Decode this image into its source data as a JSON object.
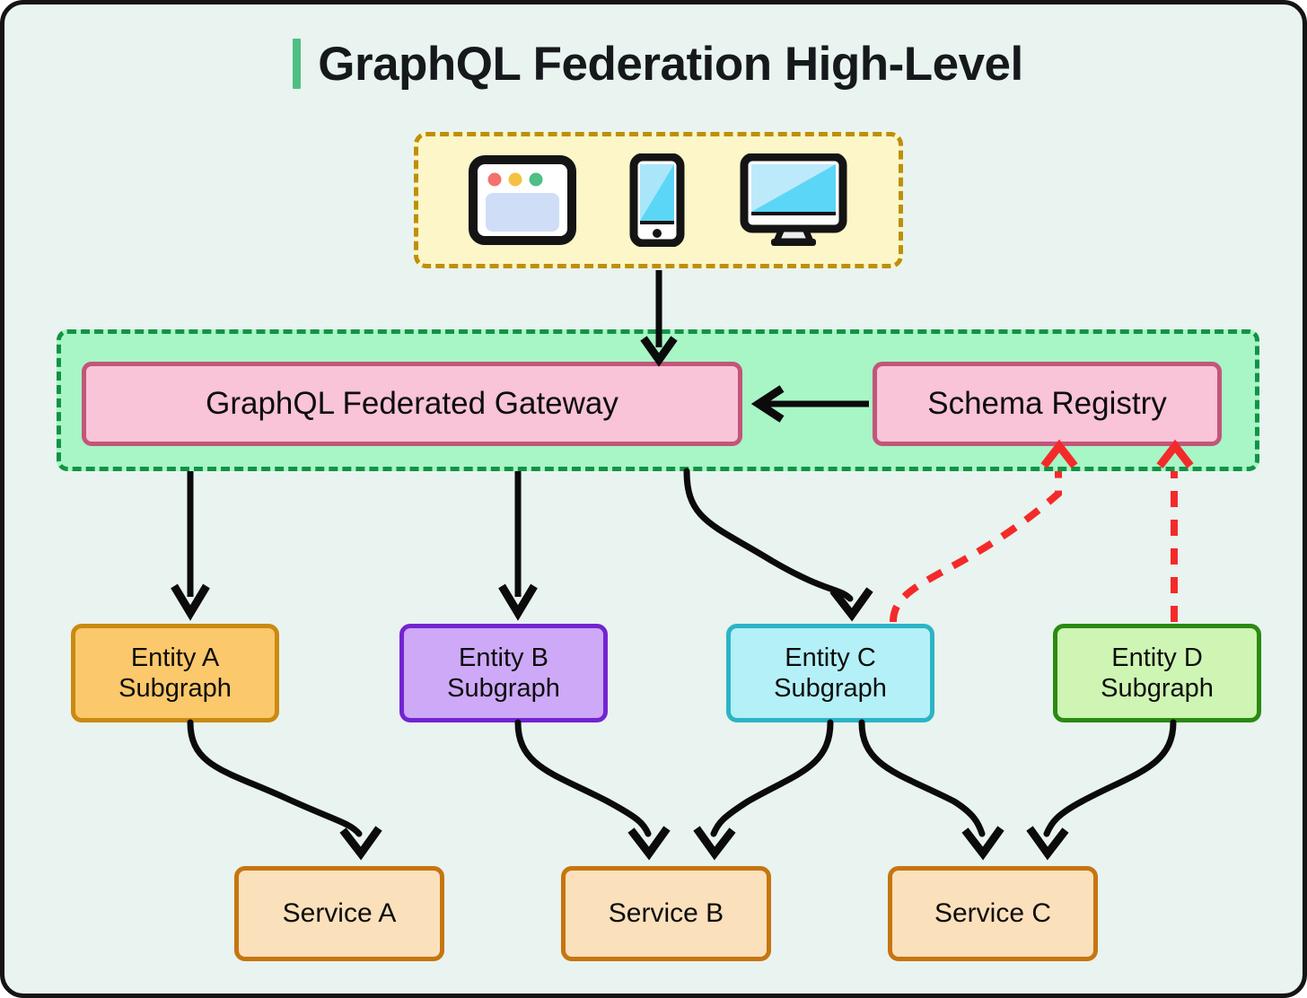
{
  "diagram": {
    "title": "GraphQL Federation High-Level",
    "background_color": "#E9F3EF",
    "accent_color": "#4FBF84",
    "border_color": "#141414"
  },
  "clients": {
    "group_name": "client-devices-group",
    "fill": "#FCF6C8",
    "stroke": "#BE8F09",
    "devices": [
      {
        "icon": "browser-window-icon",
        "label": ""
      },
      {
        "icon": "mobile-phone-icon",
        "label": ""
      },
      {
        "icon": "desktop-monitor-icon",
        "label": ""
      }
    ]
  },
  "gateway_group": {
    "fill": "#A8F5C6",
    "stroke": "#119344",
    "nodes": [
      {
        "id": "gateway",
        "label": "GraphQL Federated Gateway",
        "fill": "#F9C3D8",
        "stroke": "#C2567A"
      },
      {
        "id": "registry",
        "label": "Schema Registry",
        "fill": "#F9C3D8",
        "stroke": "#C2567A"
      }
    ]
  },
  "subgraphs": [
    {
      "id": "a",
      "label": "Entity A\nSubgraph",
      "line1": "Entity A",
      "line2": "Subgraph",
      "fill": "#FBC86B",
      "stroke": "#C98A12"
    },
    {
      "id": "b",
      "label": "Entity B\nSubgraph",
      "line1": "Entity B",
      "line2": "Subgraph",
      "fill": "#CDA9F7",
      "stroke": "#7324D2"
    },
    {
      "id": "c",
      "label": "Entity C\nSubgraph",
      "line1": "Entity C",
      "line2": "Subgraph",
      "fill": "#B4F0F7",
      "stroke": "#2CB4C6"
    },
    {
      "id": "d",
      "label": "Entity D\nSubgraph",
      "line1": "Entity D",
      "line2": "Subgraph",
      "fill": "#CEF5B3",
      "stroke": "#2A8A12"
    }
  ],
  "services": [
    {
      "id": "a",
      "label": "Service A",
      "fill": "#FBE0BC",
      "stroke": "#C67510"
    },
    {
      "id": "b",
      "label": "Service B",
      "fill": "#FBE0BC",
      "stroke": "#C67510"
    },
    {
      "id": "c",
      "label": "Service C",
      "fill": "#FBE0BC",
      "stroke": "#C67510"
    }
  ],
  "edges": {
    "solid_color": "#0b0b0b",
    "dashed_color": "#F42A2A",
    "connections": [
      {
        "from": "clients",
        "to": "gateway",
        "style": "solid"
      },
      {
        "from": "registry",
        "to": "gateway",
        "style": "solid"
      },
      {
        "from": "gateway",
        "to": "entity-a-subgraph",
        "style": "solid"
      },
      {
        "from": "gateway",
        "to": "entity-b-subgraph",
        "style": "solid"
      },
      {
        "from": "gateway",
        "to": "entity-c-subgraph",
        "style": "solid"
      },
      {
        "from": "entity-a-subgraph",
        "to": "service-a",
        "style": "solid"
      },
      {
        "from": "entity-b-subgraph",
        "to": "service-b",
        "style": "solid"
      },
      {
        "from": "entity-c-subgraph",
        "to": "service-b",
        "style": "solid"
      },
      {
        "from": "entity-c-subgraph",
        "to": "service-c",
        "style": "solid"
      },
      {
        "from": "entity-d-subgraph",
        "to": "service-c",
        "style": "solid"
      },
      {
        "from": "entity-c-subgraph",
        "to": "registry",
        "style": "dashed"
      },
      {
        "from": "entity-d-subgraph",
        "to": "registry",
        "style": "dashed"
      }
    ]
  }
}
